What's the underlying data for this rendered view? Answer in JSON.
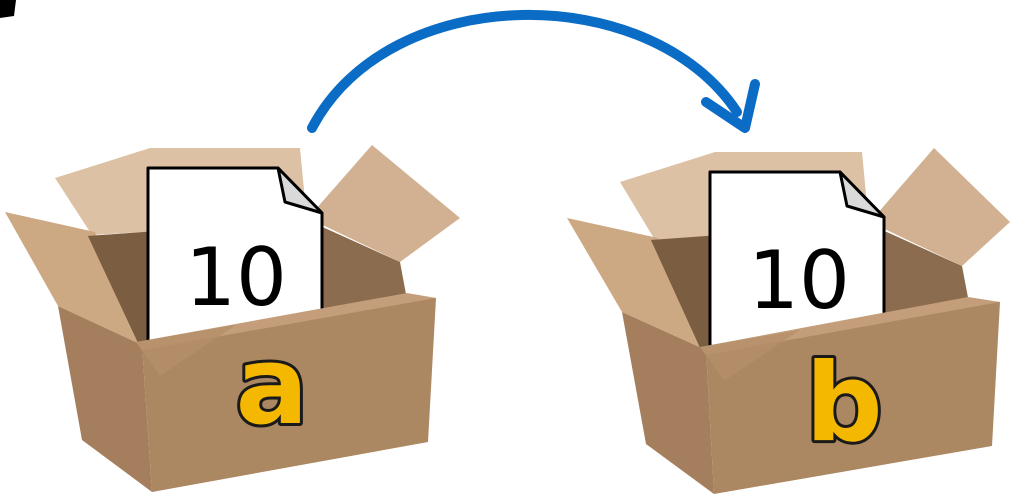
{
  "boxes": [
    {
      "label": "a",
      "card_value": "10"
    },
    {
      "label": "b",
      "card_value": "10"
    }
  ],
  "colors": {
    "arrow": "#0a6cc4",
    "label": "#f5b800",
    "box_front": "#ab8762",
    "box_inside": "#8c6c4e",
    "flap_light": "#d8b898"
  },
  "icons": {
    "box": "open-cardboard-box-icon",
    "card": "paper-card-icon",
    "arrow": "curved-arrow-icon"
  }
}
